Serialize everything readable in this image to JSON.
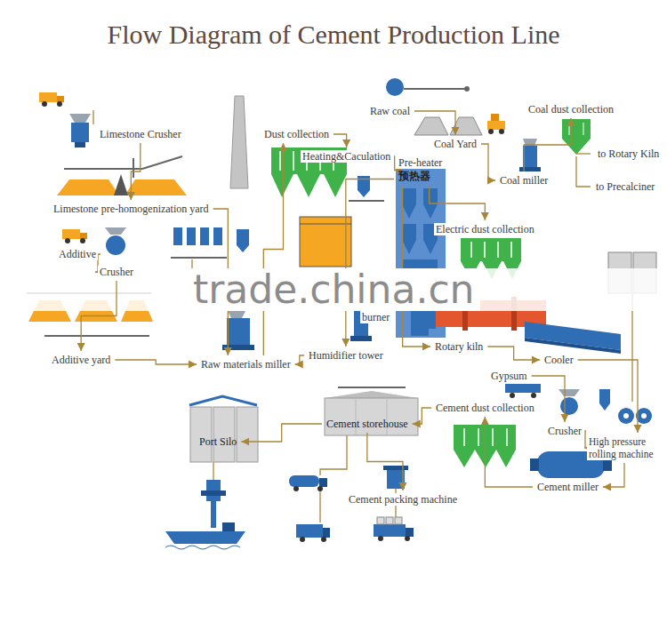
{
  "diagram": {
    "title": "Flow Diagram of Cement Production Line",
    "nodes": [
      {
        "text": [
          "Limestone Crusher"
        ]
      },
      {
        "text": [
          "Limestone pre-homogenization yard"
        ]
      },
      {
        "text": [
          "Additive"
        ]
      },
      {
        "text": [
          "Crusher"
        ]
      },
      {
        "text": [
          "Additive yard"
        ]
      },
      {
        "text": [
          "Raw materials miller"
        ]
      },
      {
        "text": [
          "Humidifier tower"
        ]
      },
      {
        "text": [
          "Dust collection"
        ]
      },
      {
        "text": [
          "Heating&Caculation"
        ]
      },
      {
        "text": [
          "Pre-heater",
          "预热器"
        ]
      },
      {
        "text": [
          "Electric dust collection"
        ]
      },
      {
        "text": [
          "Raw coal"
        ]
      },
      {
        "text": [
          "Coal Yard"
        ]
      },
      {
        "text": [
          "Coal miller"
        ]
      },
      {
        "text": [
          "Coal dust collection"
        ]
      },
      {
        "text": [
          "Rotary kiln"
        ]
      },
      {
        "text": [
          "Cooler"
        ]
      },
      {
        "text": [
          "Gypsum"
        ]
      },
      {
        "text": [
          "Crusher"
        ]
      },
      {
        "text": [
          "High pressure rolling machine"
        ]
      },
      {
        "text": [
          "Cement miller"
        ]
      },
      {
        "text": [
          "Cement dust collection"
        ]
      },
      {
        "text": [
          "Cement storehouse"
        ]
      },
      {
        "text": [
          "Cement packing machine"
        ]
      },
      {
        "text": [
          "Port Silo"
        ]
      }
    ],
    "edges": [
      {
        "from": 0,
        "to": 1,
        "arrow": "to"
      },
      {
        "from": 2,
        "to": 3,
        "arrow": "to"
      },
      {
        "from": 3,
        "to": 4,
        "arrow": "to"
      },
      {
        "from": 1,
        "to": 5,
        "arrow": "to"
      },
      {
        "from": 4,
        "to": 5,
        "arrow": "to"
      },
      {
        "from": 6,
        "to": 5,
        "arrow": "to"
      },
      {
        "from": 5,
        "to": 7,
        "arrow": "to"
      },
      {
        "from": 7,
        "to": 8,
        "arrow": "to"
      },
      {
        "from": 8,
        "to": 9,
        "arrow": "to"
      },
      {
        "from": 9,
        "to": 10,
        "arrow": "to"
      },
      {
        "from": 9,
        "to": 6,
        "arrow": "to"
      },
      {
        "from": 9,
        "to": 15,
        "arrow": "to"
      },
      {
        "from": 11,
        "to": 12,
        "arrow": "to"
      },
      {
        "from": 12,
        "to": 13,
        "arrow": "to"
      },
      {
        "from": 13,
        "to": 14,
        "arrow": "to"
      },
      {
        "from": 15,
        "to": 16,
        "arrow": "to"
      },
      {
        "from": 16,
        "to": 19,
        "arrow": "to"
      },
      {
        "from": 17,
        "to": 18,
        "arrow": "to"
      },
      {
        "from": 18,
        "to": 19,
        "arrow": "to"
      },
      {
        "from": 19,
        "to": 20,
        "arrow": "to"
      },
      {
        "from": 20,
        "to": 21,
        "arrow": "to"
      },
      {
        "from": 21,
        "to": 22,
        "arrow": "to"
      },
      {
        "from": 22,
        "to": 23,
        "arrow": "to"
      },
      {
        "from": 22,
        "to": 24,
        "arrow": "to"
      }
    ],
    "labels": [
      "to Rotary Kiln",
      "to Precalciner",
      "burner",
      "trade.china.cn"
    ]
  }
}
